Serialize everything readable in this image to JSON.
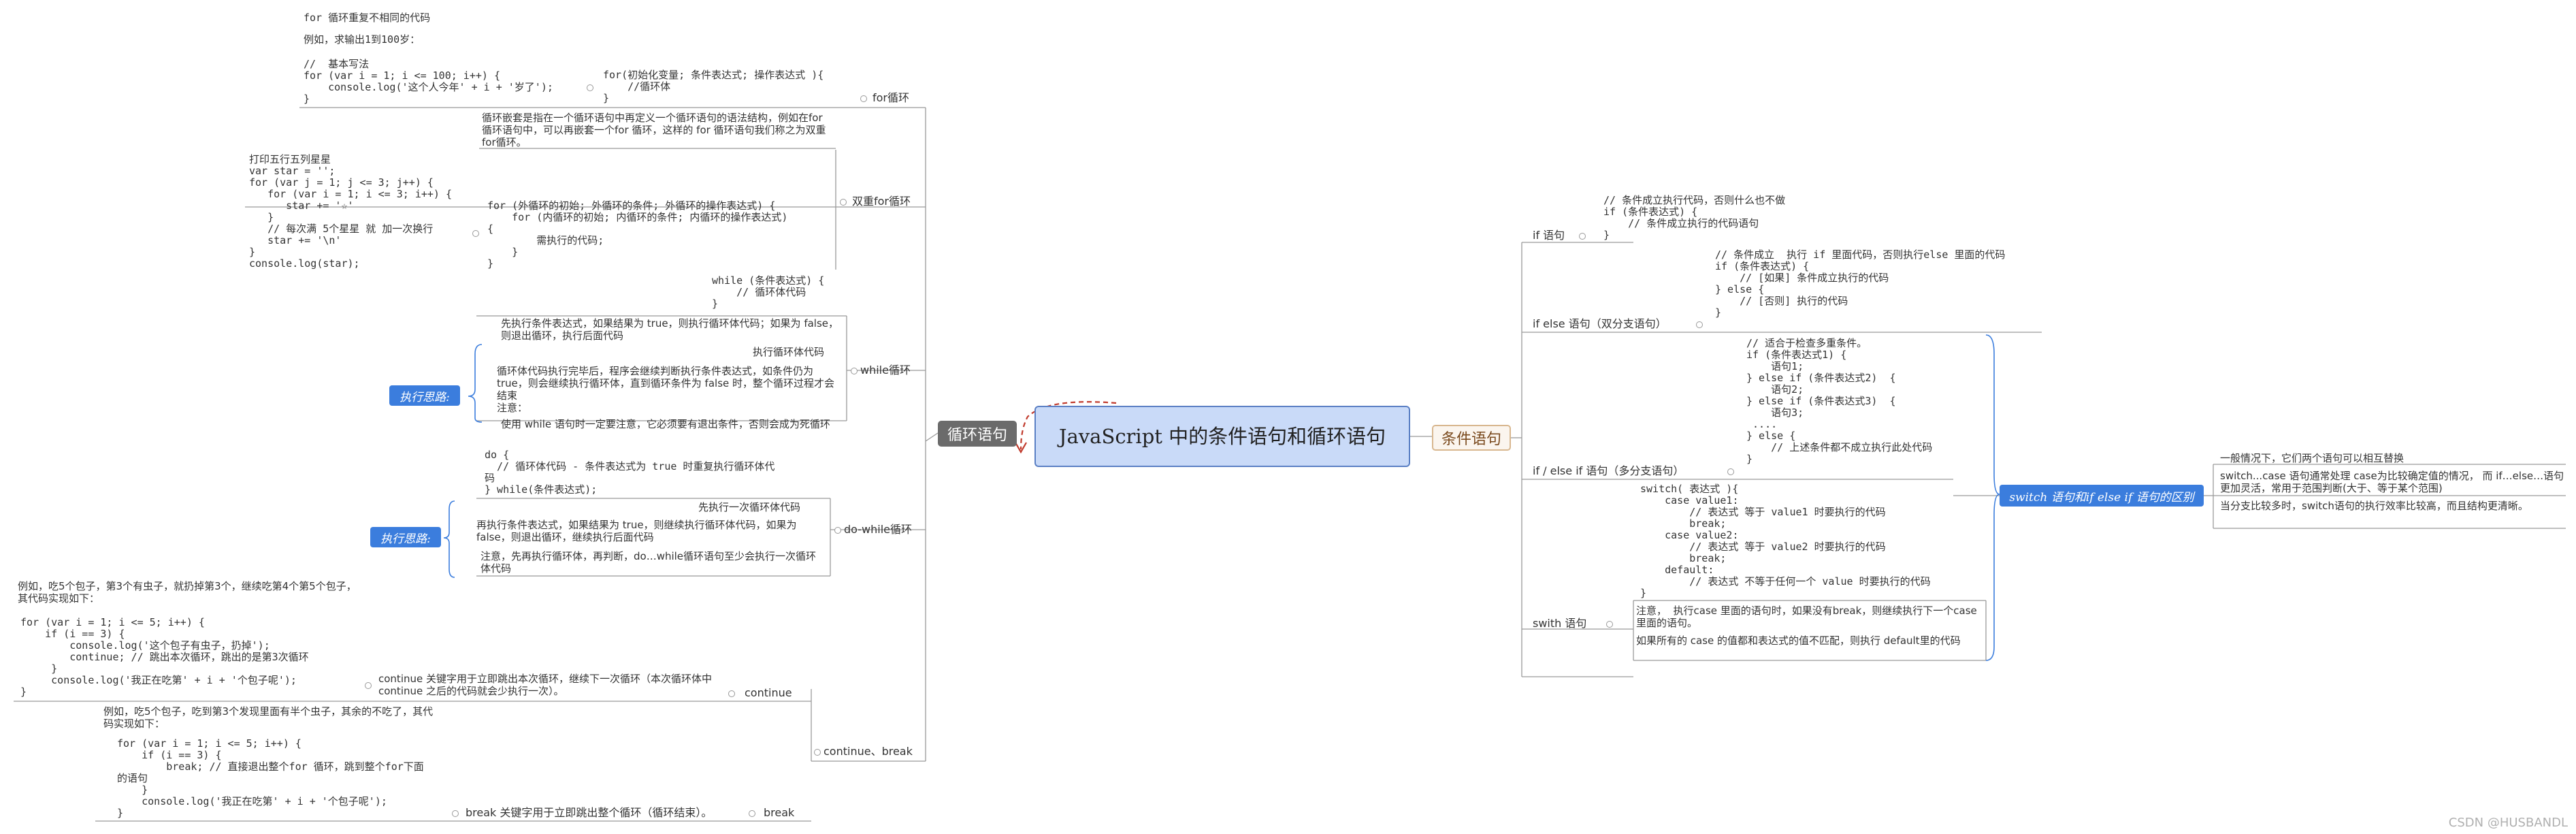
{
  "center": "JavaScript 中的条件语句和循环语句",
  "loop": {
    "label": "循环语句",
    "for": {
      "label": "for循环",
      "intro1": "for 循环重复不相同的代码",
      "intro2": "例如，求输出1到100岁：",
      "code": "//  基本写法\nfor (var i = 1; i <= 100; i++) {\n    console.log('这个人今年' + i + '岁了');\n}",
      "syntax": "for(初始化变量; 条件表达式; 操作表达式 ){\n    //循环体\n}"
    },
    "double_for": {
      "label": "双重for循环",
      "desc": "循环嵌套是指在一个循环语句中再定义一个循环语句的语法结构，例如在for循环语句中，可以再嵌套一个for 循环，这样的 for 循环语句我们称之为双重for循环。",
      "example": "打印五行五列星星\nvar star = '';\nfor (var j = 1; j <= 3; j++) {\n   for (var i = 1; i <= 3; i++) {\n      star += '☆'\n   }\n   // 每次满 5个星星 就 加一次换行\n   star += '\\n'\n}\nconsole.log(star);",
      "syntax": "for (外循环的初始; 外循环的条件; 外循环的操作表达式) {\n    for (内循环的初始; 内循环的条件; 内循环的操作表达式)\n{\n        需执行的代码;\n    }\n}"
    },
    "while": {
      "label": "while循环",
      "syntax": "while (条件表达式) {\n    // 循环体代码\n}",
      "think": "执行思路:",
      "steps": [
        "先执行条件表达式，如果结果为 true，则执行循环体代码；如果为 false，则退出循环，执行后面代码",
        "执行循环体代码",
        "循环体代码执行完毕后，程序会继续判断执行条件表达式，如条件仍为true，则会继续执行循环体，直到循环条件为 false 时，整个循环过程才会结束\n注意：",
        "使用 while 语句时一定要注意，它必须要有退出条件，否则会成为死循环"
      ]
    },
    "dowhile": {
      "label": "do-while循环",
      "syntax": "do {\n  // 循环体代码 - 条件表达式为 true 时重复执行循环体代\n码\n} while(条件表达式);",
      "think": "执行思路:",
      "steps": [
        "先执行一次循环体代码",
        "再执行条件表达式，如果结果为 true，则继续执行循环体代码，如果为 false，则退出循环，继续执行后面代码",
        "注意，先再执行循环体，再判断，do…while循环语句至少会执行一次循环体代码"
      ]
    },
    "cb": {
      "label": "continue、break",
      "continue_label": "continue",
      "continue_example": "例如，吃5个包子，第3个有虫子，就扔掉第3个，继续吃第4个第5个包子，其代码实现如下：",
      "continue_code": "for (var i = 1; i <= 5; i++) {\n    if (i == 3) {\n        console.log('这个包子有虫子，扔掉');\n        continue; // 跳出本次循环，跳出的是第3次循环\n     }\n     console.log('我正在吃第' + i + '个包子呢');\n}",
      "continue_desc": "continue 关键字用于立即跳出本次循环，继续下一次循环（本次循环体中 continue 之后的代码就会少执行一次）。",
      "break_label": "break",
      "break_example": "例如，吃5个包子，吃到第3个发现里面有半个虫子，其余的不吃了，其代码实现如下：",
      "break_code": "for (var i = 1; i <= 5; i++) {\n    if (i == 3) {\n        break; // 直接退出整个for 循环，跳到整个for下面\n的语句\n    }\n    console.log('我正在吃第' + i + '个包子呢');\n}",
      "break_desc": "break 关键字用于立即跳出整个循环（循环结束）。"
    }
  },
  "cond": {
    "label": "条件语句",
    "if": {
      "label": "if 语句",
      "code": "// 条件成立执行代码，否则什么也不做\nif (条件表达式) {\n    // 条件成立执行的代码语句\n}"
    },
    "ifelse": {
      "label": "if else 语句（双分支语句）",
      "code": "// 条件成立  执行 if 里面代码，否则执行else 里面的代码\nif (条件表达式) {\n    // [如果] 条件成立执行的代码\n} else {\n    // [否则] 执行的代码\n}"
    },
    "ifelseif": {
      "label": "if / else if 语句（多分支语句）",
      "code": "// 适合于检查多重条件。\nif (条件表达式1) {\n    语句1;\n} else if (条件表达式2)  {\n    语句2;\n} else if (条件表达式3)  {\n    语句3;\n ....\n} else {\n    // 上述条件都不成立执行此处代码\n}"
    },
    "switch": {
      "label": "swith  语句",
      "code": "switch( 表达式 ){\n    case value1:\n        // 表达式 等于 value1 时要执行的代码\n        break;\n    case value2:\n        // 表达式 等于 value2 时要执行的代码\n        break;\n    default:\n        // 表达式 不等于任何一个 value 时要执行的代码\n}",
      "note1": "注意，  执行case 里面的语句时，如果没有break，则继续执行下一个case里面的语句。",
      "note2": "如果所有的 case 的值都和表达式的值不匹配，则执行 default里的代码"
    },
    "diff": {
      "label": "switch 语句和if else if 语句的区别",
      "items": [
        "一般情况下，它们两个语句可以相互替换",
        "switch...case 语句通常处理 case为比较确定值的情况， 而 if…else…语句更加灵活，常用于范围判断(大于、等于某个范围)",
        "当分支比较多时，switch语句的执行效率比较高，而且结构更清晰。"
      ]
    }
  },
  "watermark": "CSDN @HUSBANDL"
}
